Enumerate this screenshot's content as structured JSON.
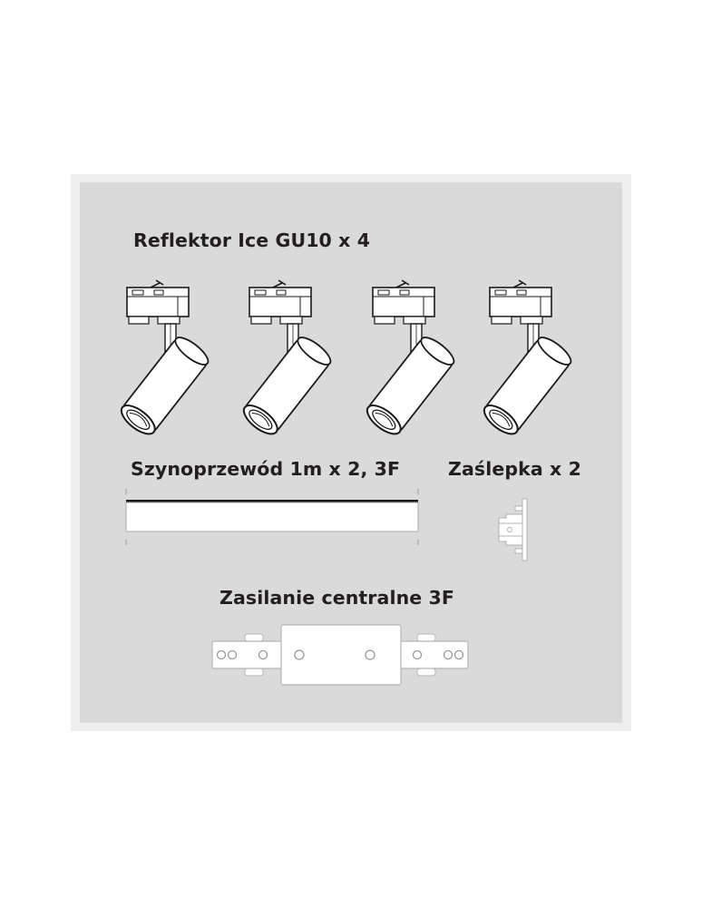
{
  "image": {
    "background_color": "#ffffff",
    "frame_color": "#eeeeee",
    "panel_color": "#dadada",
    "text_color": "#231f20"
  },
  "items": {
    "spotlight": {
      "label": "Reflektor Ice GU10 x 4",
      "quantity": 4,
      "icon": "track-spotlight-icon"
    },
    "track_rail": {
      "label": "Szynoprzewód 1m x 2, 3F",
      "icon": "track-rail-icon"
    },
    "end_cap": {
      "label": "Zaślepka x 2",
      "icon": "end-cap-icon"
    },
    "central_feed": {
      "label": "Zasilanie centralne 3F",
      "icon": "central-power-connector-icon"
    }
  }
}
